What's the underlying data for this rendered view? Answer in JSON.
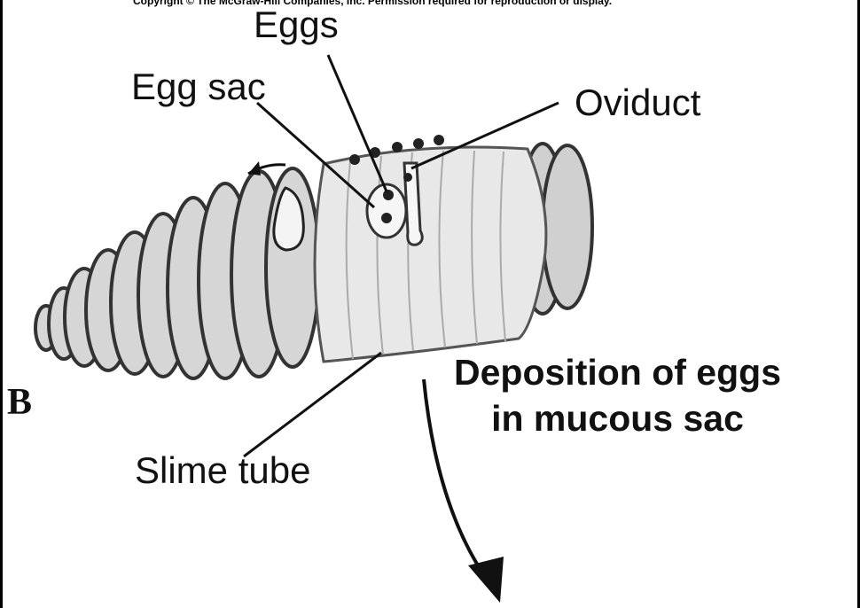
{
  "header": {
    "copyright": "Copyright © The McGraw-Hill Companies, Inc. Permission required for reproduction or display."
  },
  "labels": {
    "eggs": "Eggs",
    "egg_sac": "Egg sac",
    "oviduct": "Oviduct",
    "slime_tube": "Slime tube",
    "deposition_line1": "Deposition of eggs",
    "deposition_line2": "in mucous sac",
    "panel_letter": "B"
  },
  "colors": {
    "line": "#111111",
    "worm_fill": "#d9d9d9",
    "tube_fill": "#e6e6e6",
    "egg": "#222222"
  }
}
